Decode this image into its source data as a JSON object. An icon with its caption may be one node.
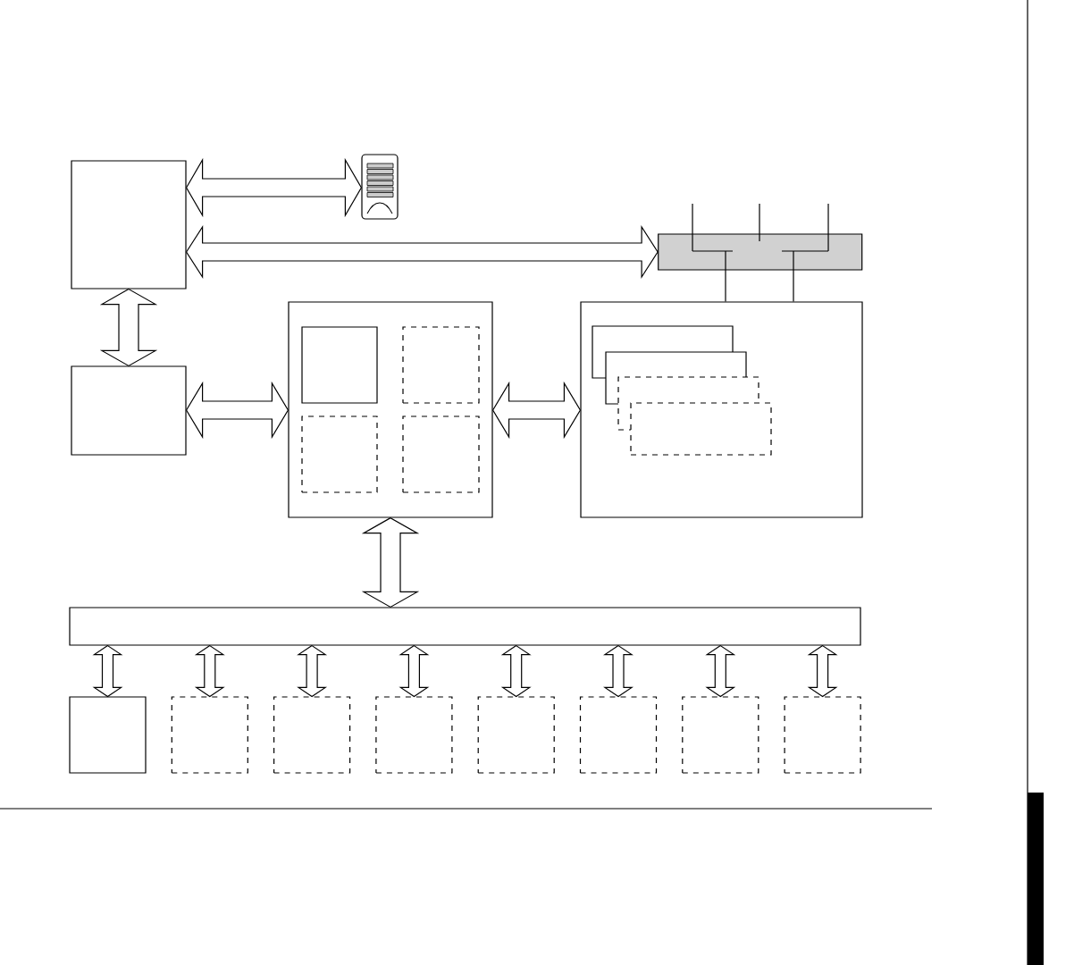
{
  "diagram": {
    "nodes": [
      {
        "text": [],
        "shape": "box"
      },
      {
        "text": [],
        "shape": "picture"
      },
      {
        "text": [],
        "shape": "cylinder"
      },
      {
        "text": [],
        "shape": "box"
      },
      {
        "text": [],
        "shape": "box"
      },
      {
        "text": [],
        "shape": "box",
        "in": 4
      },
      {
        "text": [],
        "shape": "box",
        "in": 4
      },
      {
        "text": [],
        "shape": "box",
        "in": 4
      },
      {
        "text": [],
        "shape": "box",
        "in": 4
      },
      {
        "text": [],
        "shape": "box"
      },
      {
        "text": [],
        "shape": "box",
        "in": 9
      },
      {
        "text": [],
        "shape": "box",
        "in": 9
      },
      {
        "text": [],
        "shape": "box",
        "in": 9
      },
      {
        "text": [],
        "shape": "box",
        "in": 9
      },
      {
        "text": [],
        "shape": "bar"
      },
      {
        "text": [],
        "shape": "box"
      },
      {
        "text": [],
        "shape": "box"
      },
      {
        "text": [],
        "shape": "box"
      },
      {
        "text": [],
        "shape": "box"
      },
      {
        "text": [],
        "shape": "box"
      },
      {
        "text": [],
        "shape": "box"
      },
      {
        "text": [],
        "shape": "box"
      },
      {
        "text": [],
        "shape": "box"
      }
    ],
    "edges": [
      {
        "from": 0,
        "to": 1,
        "arrow": "both"
      },
      {
        "from": 0,
        "to": 2,
        "arrow": "both"
      },
      {
        "from": 0,
        "to": 3,
        "arrow": "both"
      },
      {
        "from": 3,
        "to": 4,
        "arrow": "both"
      },
      {
        "from": 4,
        "to": 9,
        "arrow": "both"
      },
      {
        "from": 4,
        "to": 14,
        "arrow": "both"
      },
      {
        "from": 14,
        "to": 15,
        "arrow": "both"
      },
      {
        "from": 14,
        "to": 16,
        "arrow": "both"
      },
      {
        "from": 14,
        "to": 17,
        "arrow": "both"
      },
      {
        "from": 14,
        "to": 18,
        "arrow": "both"
      },
      {
        "from": 14,
        "to": 19,
        "arrow": "both"
      },
      {
        "from": 14,
        "to": 20,
        "arrow": "both"
      },
      {
        "from": 14,
        "to": 21,
        "arrow": "both"
      },
      {
        "from": 14,
        "to": 22,
        "arrow": "both"
      },
      {
        "from": 2,
        "to": 9,
        "arrow": "none"
      },
      {
        "from": 2,
        "to": 9,
        "arrow": "none"
      },
      {
        "from": null,
        "to": 2,
        "arrow": "none"
      },
      {
        "from": null,
        "to": 2,
        "arrow": "none"
      },
      {
        "from": null,
        "to": 2,
        "arrow": "none"
      }
    ]
  }
}
